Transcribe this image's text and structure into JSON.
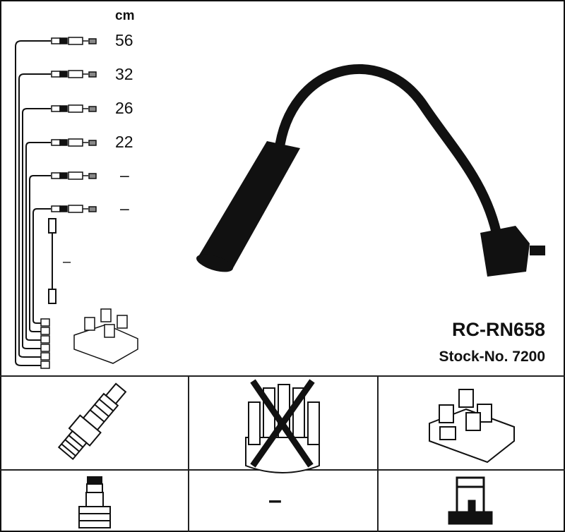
{
  "unit_label": "cm",
  "cable_lengths": [
    "56",
    "32",
    "26",
    "22",
    "–",
    "–"
  ],
  "coil_lead_length": "–",
  "product_code": "RC-RN658",
  "stock_number": "Stock-No. 7200",
  "compatibility": {
    "row2_middle": "–"
  }
}
